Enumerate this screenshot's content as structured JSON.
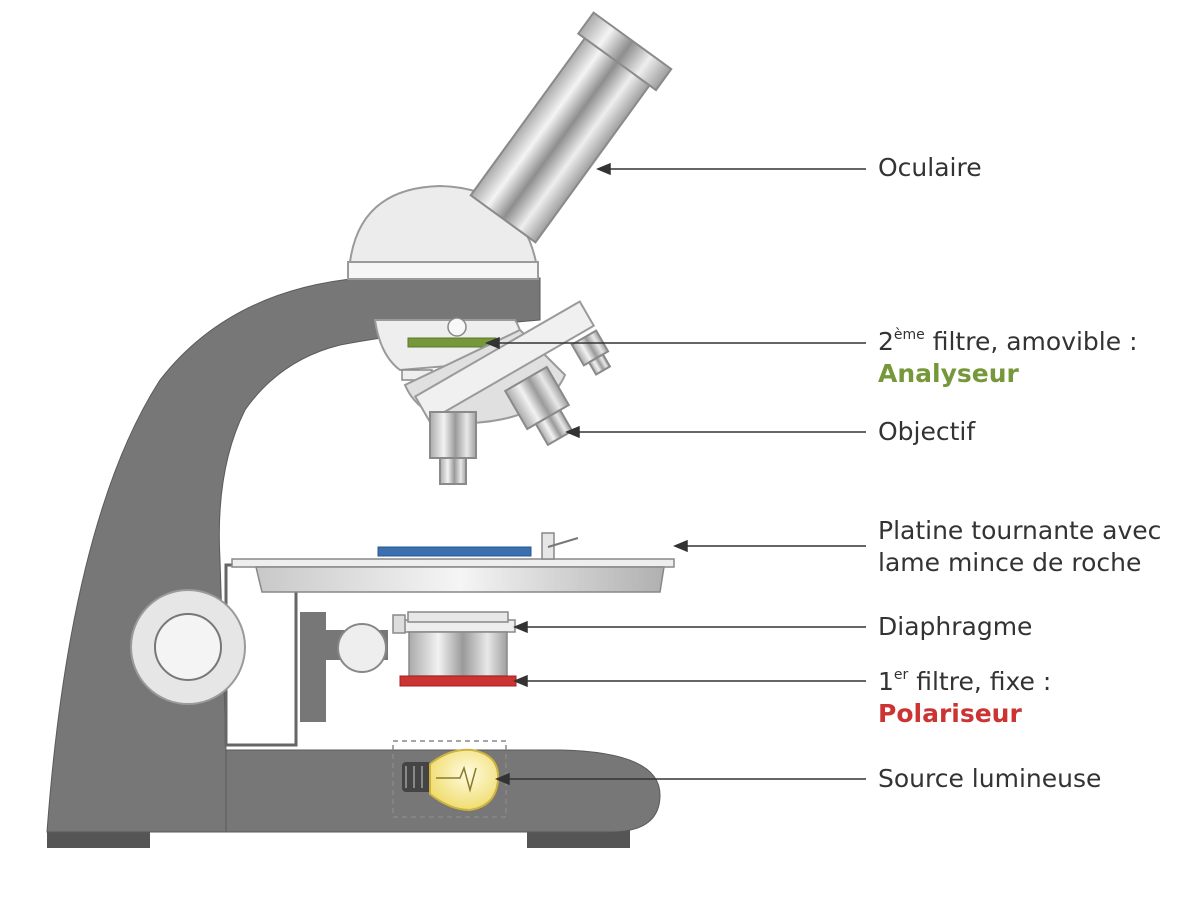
{
  "labels": {
    "oculaire": "Oculaire",
    "filtre2": {
      "pre": "2",
      "sup": "ème",
      "post": " filtre, amovible :",
      "accent": "Analyseur"
    },
    "objectif": "Objectif",
    "platine": {
      "line1": "Platine tournante avec",
      "line2": "lame mince de roche"
    },
    "diaphragme": "Diaphragme",
    "filtre1": {
      "pre": "1",
      "sup": "er",
      "post": " filtre, fixe :",
      "accent": "Polariseur"
    },
    "source": "Source lumineuse"
  },
  "colors": {
    "body": "#777777",
    "analyseur": "#76983a",
    "polariseur": "#cc3333",
    "slide": "#3a6fb0",
    "bulb": "#f8eea0",
    "text": "#333333"
  }
}
